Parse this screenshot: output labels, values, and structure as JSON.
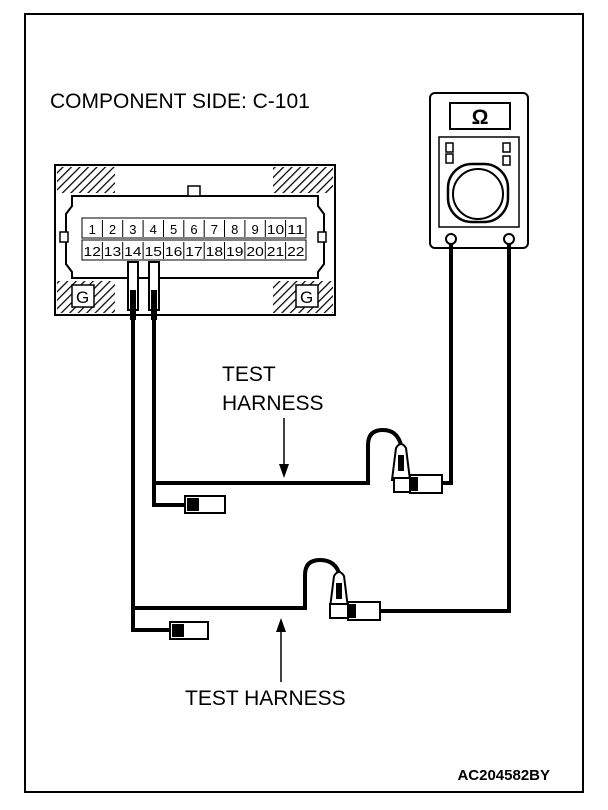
{
  "title": "COMPONENT SIDE: C-101",
  "connector": {
    "pins_top": [
      "1",
      "2",
      "3",
      "4",
      "5",
      "6",
      "7",
      "8",
      "9",
      "10",
      "11"
    ],
    "pins_bottom": [
      "12",
      "13",
      "14",
      "15",
      "16",
      "17",
      "18",
      "19",
      "20",
      "21",
      "22"
    ],
    "ground_label_left": "G",
    "ground_label_right": "G"
  },
  "ohmmeter": {
    "symbol": "Ω"
  },
  "labels": {
    "upper_harness_line1": "TEST",
    "upper_harness_line2": "HARNESS",
    "lower_harness": "TEST HARNESS"
  },
  "figure_code": "AC204582BY"
}
